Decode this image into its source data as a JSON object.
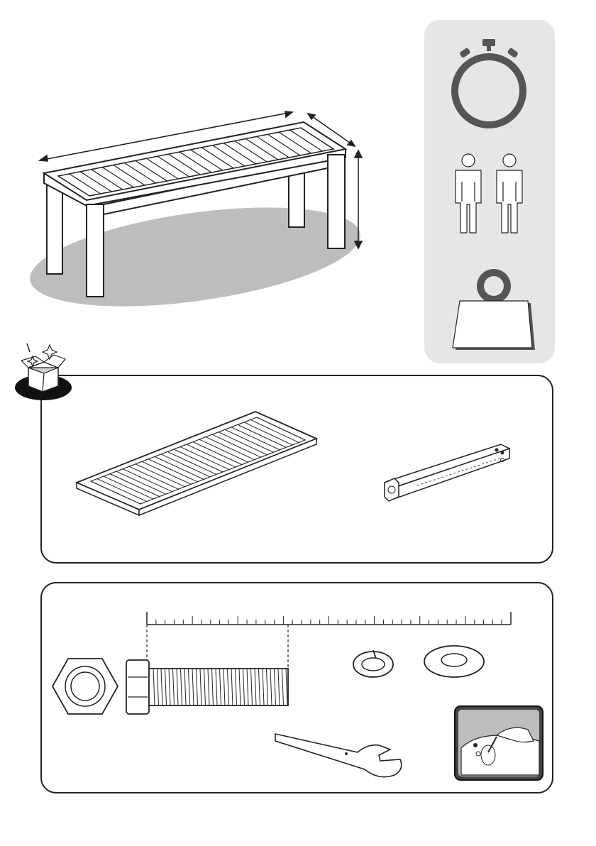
{
  "document": {
    "type": "assembly-instruction-overview",
    "sections": [
      "product-dimensions",
      "assembly-requirements",
      "package-contents",
      "hardware"
    ]
  },
  "requirements": {
    "time_icon": "stopwatch-icon",
    "people_icon": "two-persons-icon",
    "people_count": 2,
    "weight_icon": "weight-icon"
  },
  "contents": {
    "badge_icon": "open-box-icon",
    "parts": [
      "bench-seat-icon",
      "bench-leg-icon"
    ]
  },
  "hardware": {
    "items": [
      "hex-nut-icon",
      "hex-bolt-icon",
      "spring-washer-icon",
      "flat-washer-icon",
      "wrench-icon"
    ],
    "ruler_ticks": 40,
    "detail_icon": "tightening-detail-icon"
  },
  "colors": {
    "line": "#222222",
    "panel": "#e6e6e6",
    "shadow": "#bdbdbd",
    "ring": "#555555"
  }
}
